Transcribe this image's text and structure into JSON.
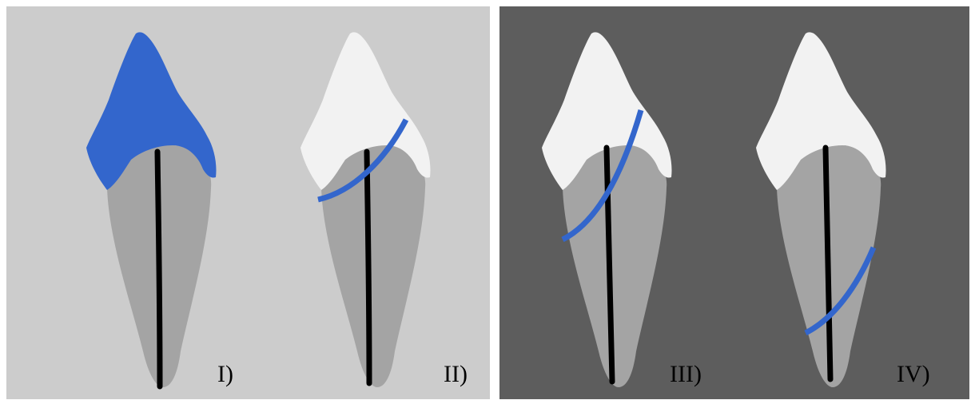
{
  "panels": [
    {
      "label": "I)",
      "crown_color": "#3366CC",
      "fracture": "none"
    },
    {
      "label": "II)",
      "crown_color": "#F2F2F2",
      "fracture": "crown"
    },
    {
      "label": "III)",
      "crown_color": "#F2F2F2",
      "fracture": "crown-root"
    },
    {
      "label": "IV)",
      "crown_color": "#F2F2F2",
      "fracture": "root"
    }
  ],
  "colors": {
    "left_background": "#CCCCCC",
    "right_background": "#5D5D5D",
    "root": "#A4A4A4",
    "canal": "#000000",
    "fracture_line": "#3366CC",
    "label_text": "#000000"
  }
}
